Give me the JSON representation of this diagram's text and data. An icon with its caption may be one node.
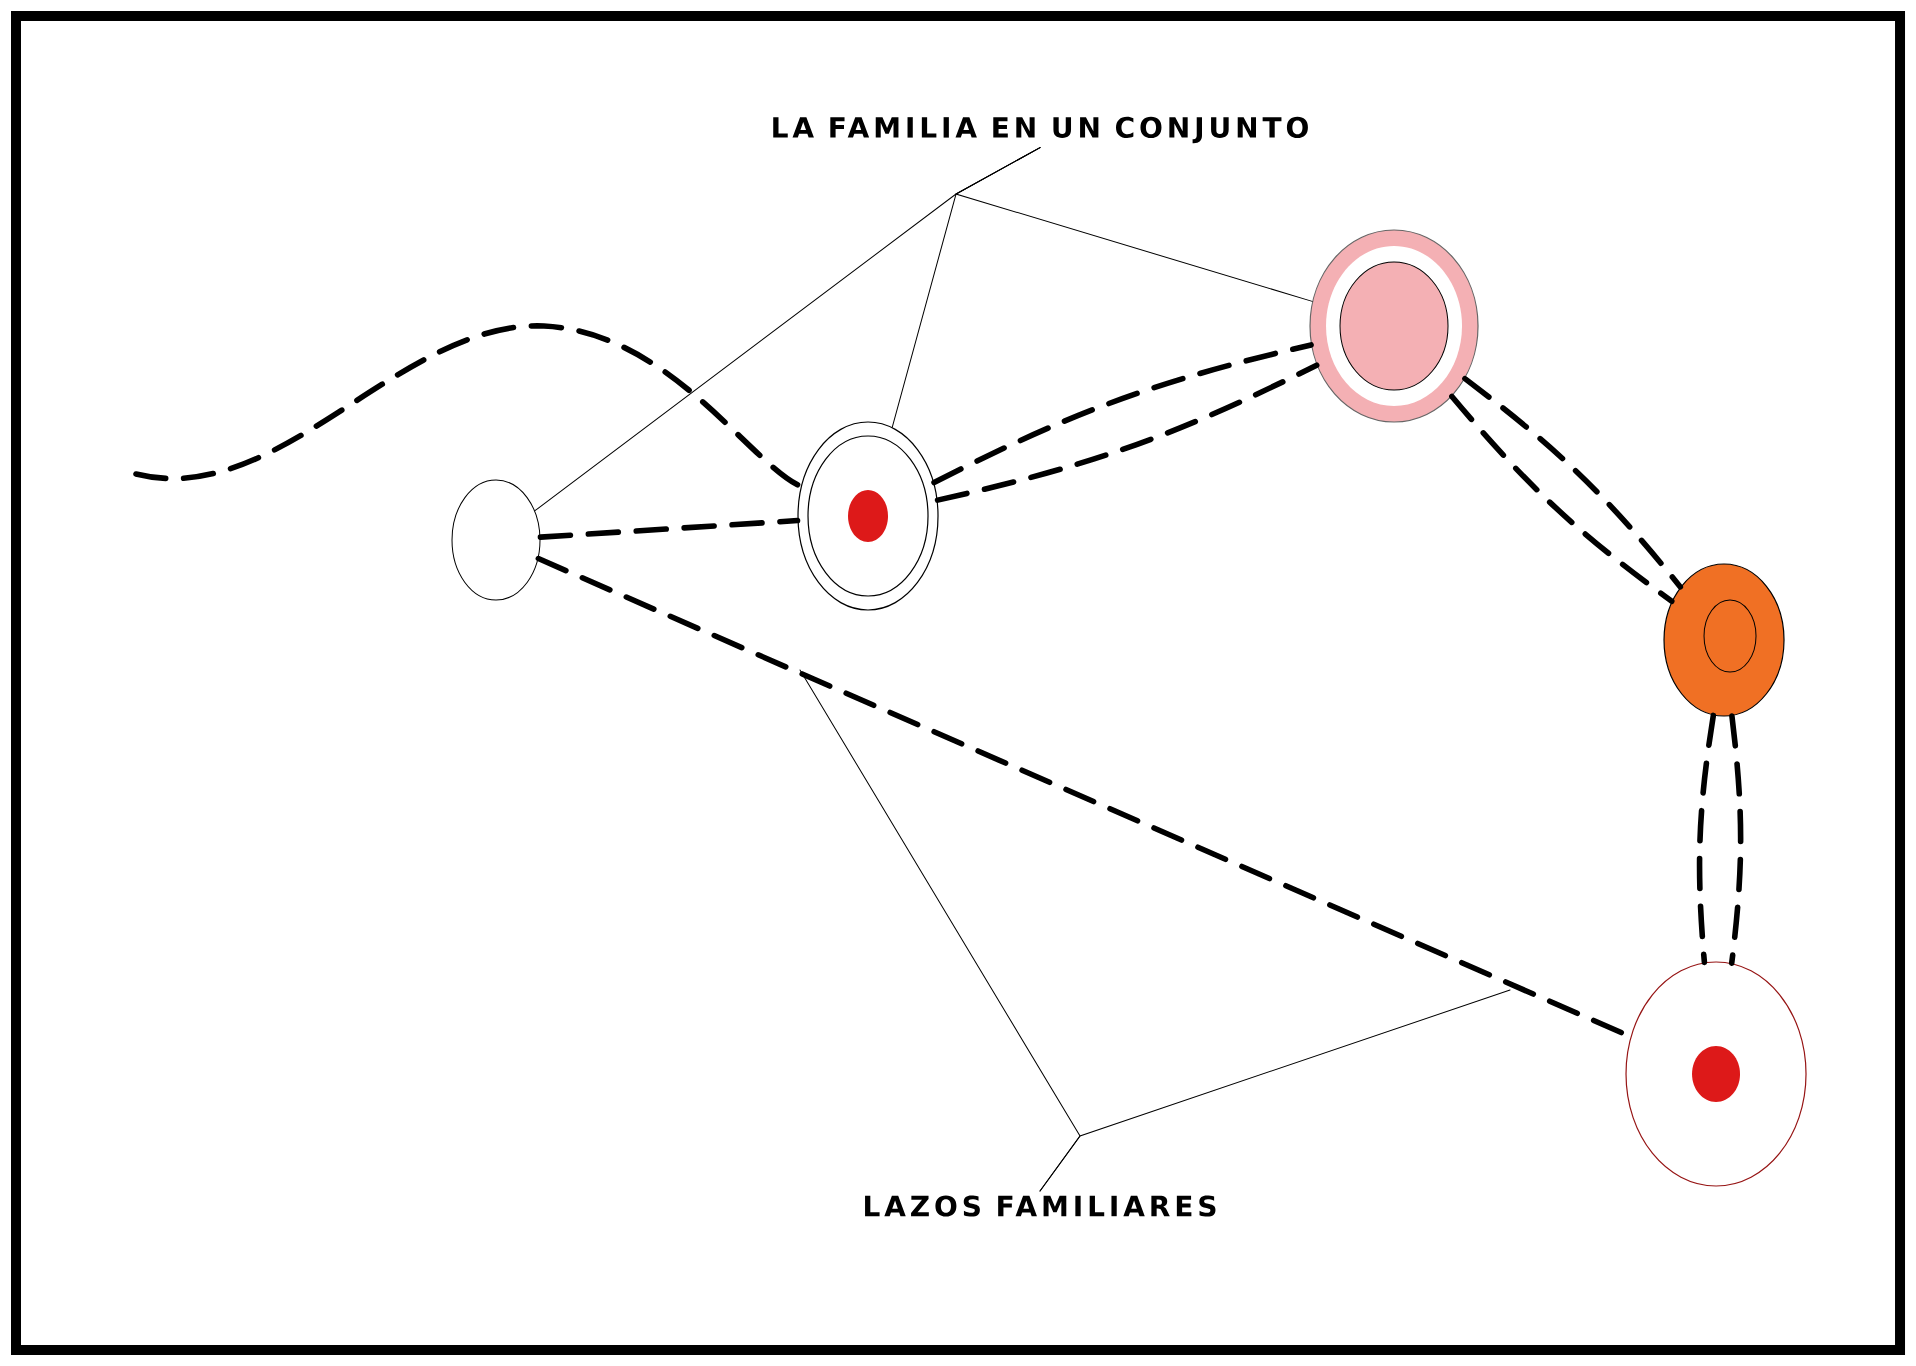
{
  "diagram": {
    "nodes": [
      {
        "text": [
          "LA FAMILIA EN UN CONJUNTO"
        ]
      },
      {
        "text": [
          "LAZOS FAMILIARES"
        ]
      },
      {
        "text": [],
        "shape": "circle"
      },
      {
        "text": [],
        "shape": "circle"
      },
      {
        "text": [],
        "shape": "circle"
      },
      {
        "text": [],
        "shape": "circle"
      },
      {
        "text": [],
        "shape": "circle"
      }
    ],
    "edges": [
      {
        "from": 2,
        "to": 3,
        "arrow": "none",
        "style": "dashed"
      },
      {
        "from": 2,
        "to": 6,
        "arrow": "none",
        "style": "dashed"
      },
      {
        "from": 3,
        "to": 4,
        "arrow": "none",
        "style": "dashed"
      },
      {
        "from": 3,
        "to": 4,
        "arrow": "none",
        "style": "dashed"
      },
      {
        "from": 4,
        "to": 5,
        "arrow": "none",
        "style": "dashed"
      },
      {
        "from": 4,
        "to": 5,
        "arrow": "none",
        "style": "dashed"
      },
      {
        "from": 5,
        "to": 6,
        "arrow": "none",
        "style": "dashed"
      },
      {
        "from": 5,
        "to": 6,
        "arrow": "none",
        "style": "dashed"
      },
      {
        "from": null,
        "to": 3,
        "arrow": "none",
        "style": "dashed"
      },
      {
        "from": 0,
        "to": 2,
        "arrow": "none"
      },
      {
        "from": 0,
        "to": 3,
        "arrow": "none"
      },
      {
        "from": 0,
        "to": 4,
        "arrow": "none"
      },
      {
        "from": 1,
        "to": null,
        "arrow": "none"
      },
      {
        "from": 1,
        "to": null,
        "arrow": "none"
      }
    ]
  }
}
